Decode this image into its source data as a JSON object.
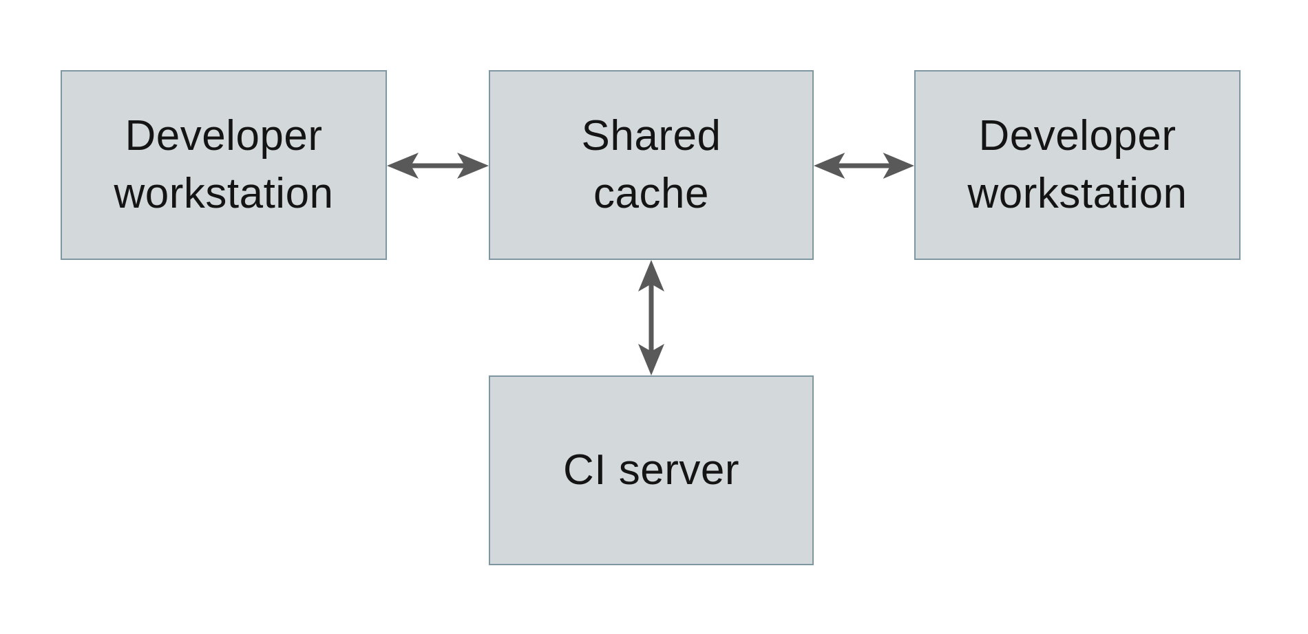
{
  "diagram": {
    "type": "architecture-diagram",
    "colors": {
      "background": "#ffffff",
      "node-fill": "#d3d9db",
      "node-border": "#7e96a1",
      "arrow": "#595959",
      "text": "#141414"
    },
    "nodes": {
      "dev_left": {
        "label": "Developer\nworkstation"
      },
      "shared_cache": {
        "label": "Shared\ncache"
      },
      "dev_right": {
        "label": "Developer\nworkstation"
      },
      "ci_server": {
        "label": "CI server"
      }
    },
    "edges": [
      {
        "from": "Developer workstation (left)",
        "to": "Shared cache",
        "direction": "bidirectional"
      },
      {
        "from": "Shared cache",
        "to": "Developer workstation (right)",
        "direction": "bidirectional"
      },
      {
        "from": "Shared cache",
        "to": "CI server",
        "direction": "bidirectional"
      }
    ]
  }
}
